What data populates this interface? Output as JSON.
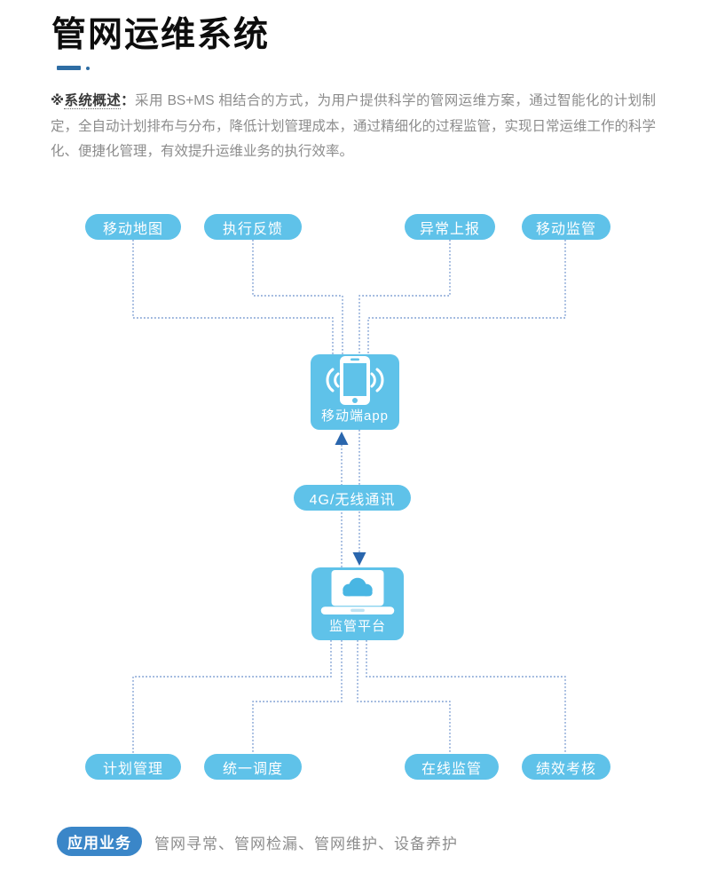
{
  "header": {
    "title": "管网运维系统",
    "accent_color": "#2e6da4"
  },
  "overview": {
    "prefix": "※",
    "lead": "系统概述",
    "colon": "：",
    "body": "采用 BS+MS  相结合的方式，为用户提供科学的管网运维方案，通过智能化的计划制定，全自动计划排布与分布，降低计划管理成本，通过精细化的过程监管，实现日常运维工作的科学化、便捷化管理，有效提升运维业务的执行效率。"
  },
  "colors": {
    "pill_blue": "#5fc2e9",
    "badge_blue": "#3a86c8",
    "dotted_line": "#7d9ed2",
    "arrow_blue": "#2a66ad",
    "body_gray": "#8c8c8c",
    "title_black": "#0d0d0d"
  },
  "diagram": {
    "top_pills": [
      {
        "label": "移动地图"
      },
      {
        "label": "执行反馈"
      },
      {
        "label": "异常上报"
      },
      {
        "label": "移动监管"
      }
    ],
    "mobile_box": {
      "label": "移动端app",
      "icon": "smartphone-with-signal-waves"
    },
    "link_label": "4G/无线通讯",
    "platform_box": {
      "label": "监管平台",
      "icon": "laptop-with-cloud"
    },
    "bottom_pills": [
      {
        "label": "计划管理"
      },
      {
        "label": "统一调度"
      },
      {
        "label": "在线监管"
      },
      {
        "label": "绩效考核"
      }
    ]
  },
  "footer": {
    "badge": "应用业务",
    "items": "管网寻常、管网检漏、管网维护、设备养护"
  }
}
